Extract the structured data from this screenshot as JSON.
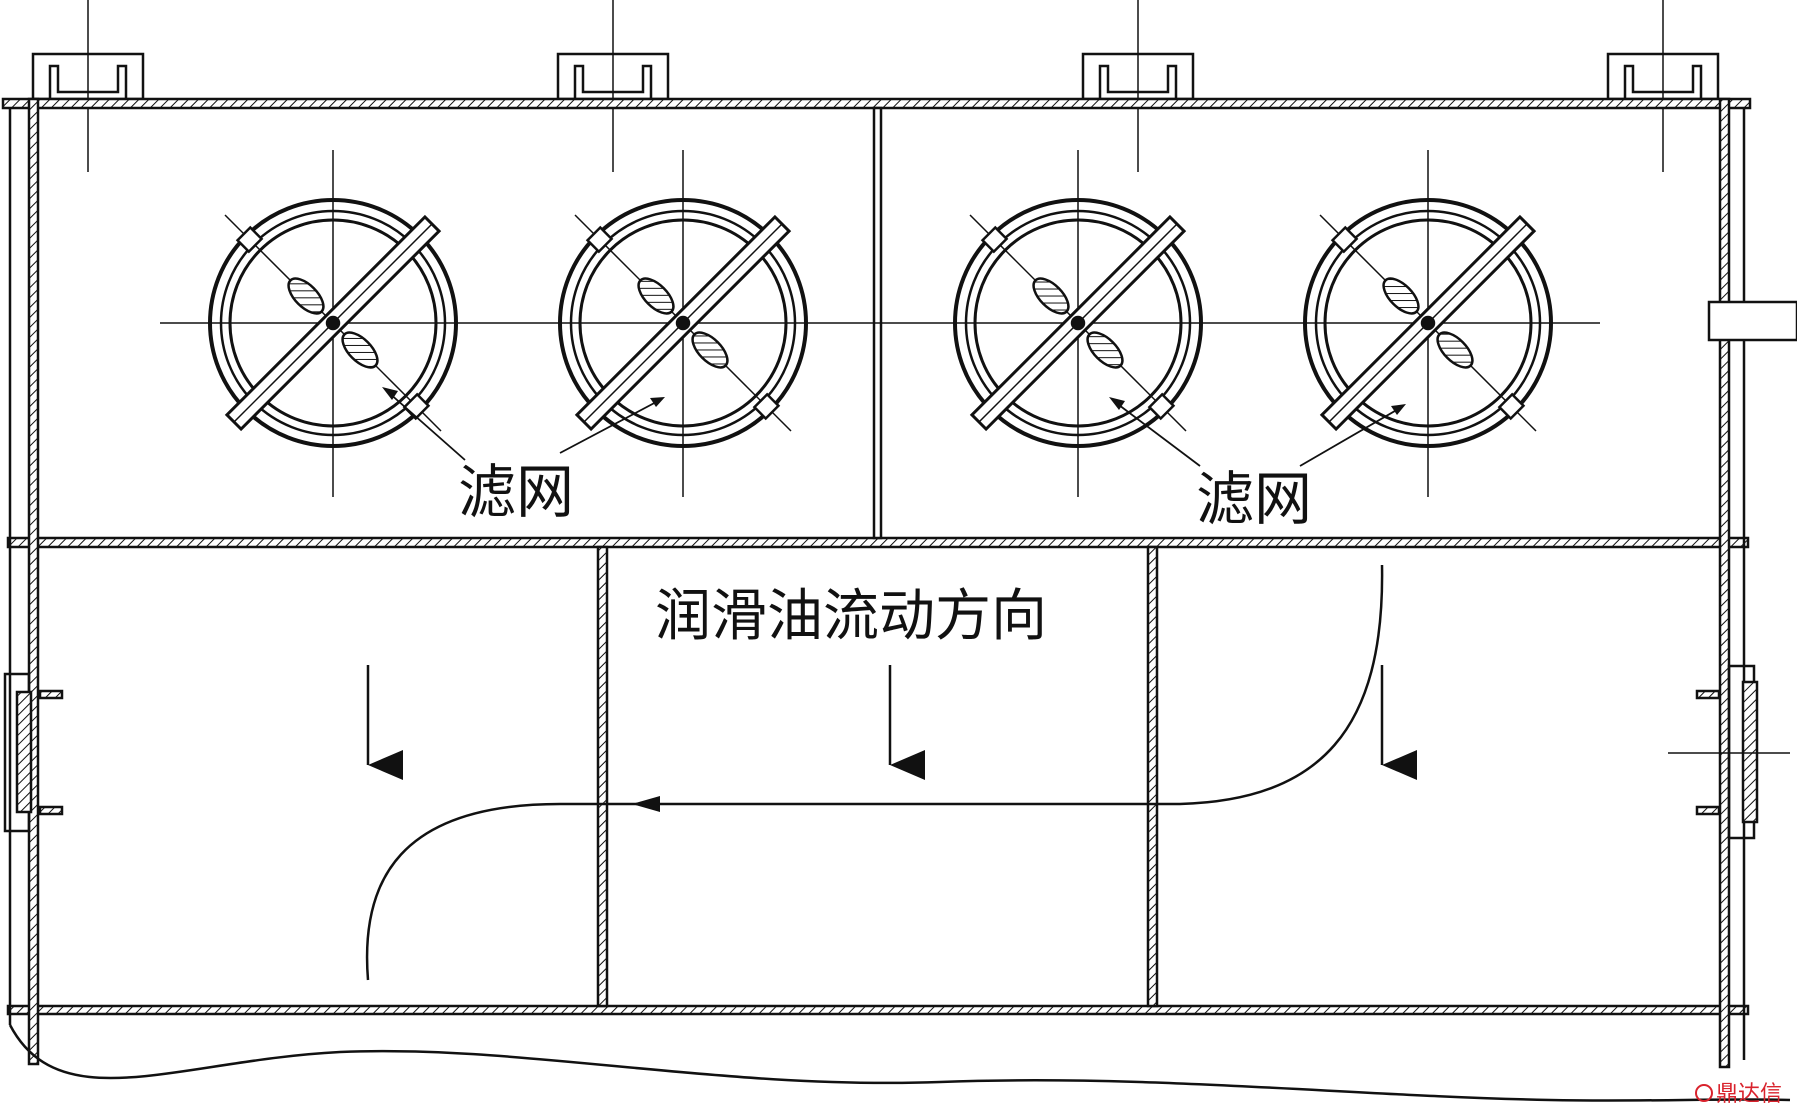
{
  "labels": {
    "filter_left": "滤网",
    "filter_right": "滤网",
    "flow_direction": "润滑油流动方向"
  },
  "watermark": {
    "text": "鼎达信"
  },
  "colors": {
    "line": "#111111",
    "background": "#ffffff",
    "watermark": "#d9232d"
  }
}
